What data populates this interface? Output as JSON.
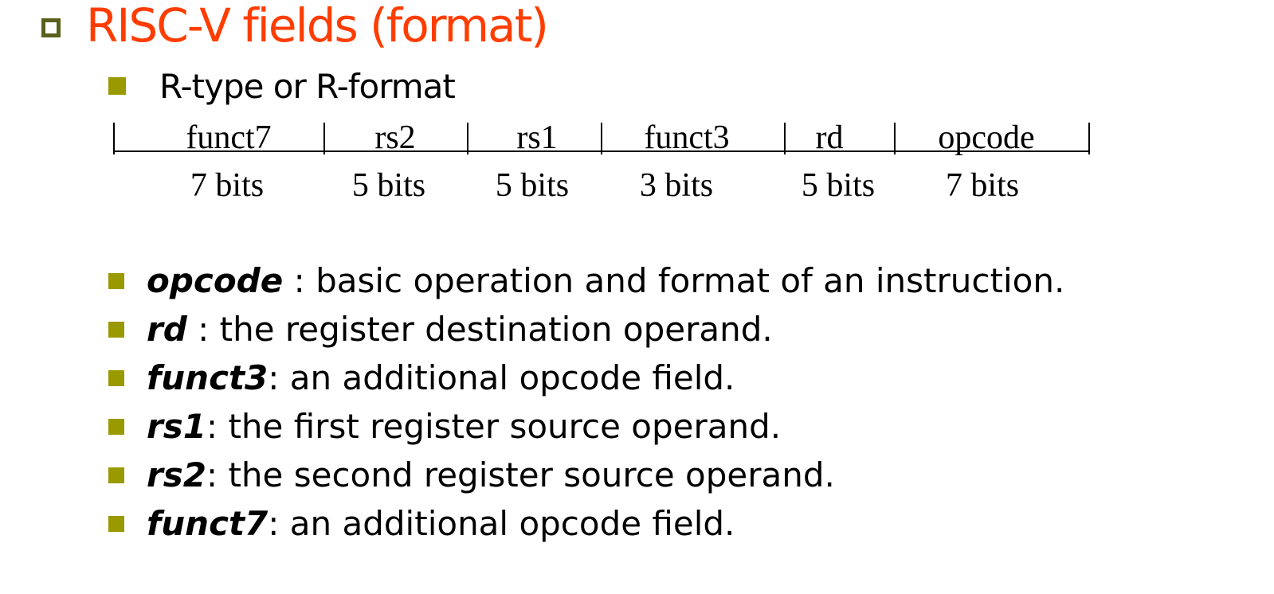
{
  "slide": {
    "title": "RISC-V fields (format)",
    "subtitle": "R-type or R-format"
  },
  "format": {
    "fields": [
      "funct7",
      "rs2",
      "rs1",
      "funct3",
      "rd",
      "opcode"
    ],
    "sizes": [
      "7 bits",
      "5 bits",
      "5 bits",
      "3 bits",
      "5 bits",
      "7 bits"
    ]
  },
  "bullets": [
    {
      "term": "opcode",
      "sep": " : ",
      "desc": "basic operation and format of an instruction."
    },
    {
      "term": "rd",
      "sep": " : ",
      "desc": "the register destination operand."
    },
    {
      "term": "funct3",
      "sep": ": ",
      "desc": "an additional opcode field."
    },
    {
      "term": "rs1",
      "sep": ": ",
      "desc": "the first register source operand."
    },
    {
      "term": "rs2",
      "sep": ": ",
      "desc": "the second register source operand."
    },
    {
      "term": "funct7",
      "sep": ": ",
      "desc": "an additional opcode field."
    }
  ],
  "colors": {
    "title": "#ff3d00",
    "bullet": "#999900",
    "title_bullet": "#5b5f1c"
  }
}
